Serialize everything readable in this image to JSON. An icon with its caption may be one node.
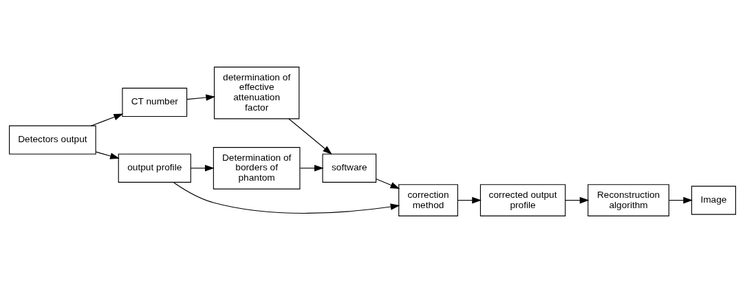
{
  "diagram": {
    "nodes": [
      {
        "text": [
          "Detectors output"
        ]
      },
      {
        "text": [
          "CT number"
        ]
      },
      {
        "text": [
          "determination of effective attenuation factor"
        ]
      },
      {
        "text": [
          "output profile"
        ]
      },
      {
        "text": [
          "Determination of borders of phantom"
        ]
      },
      {
        "text": [
          "software"
        ]
      },
      {
        "text": [
          "correction method"
        ]
      },
      {
        "text": [
          "corrected output profile"
        ]
      },
      {
        "text": [
          "Reconstruction algorithm"
        ]
      },
      {
        "text": [
          "Image"
        ]
      }
    ],
    "edges": [
      {
        "from": 0,
        "to": 1,
        "arrow": "to"
      },
      {
        "from": 0,
        "to": 3,
        "arrow": "to"
      },
      {
        "from": 1,
        "to": 2,
        "arrow": "to"
      },
      {
        "from": 2,
        "to": 5,
        "arrow": "to"
      },
      {
        "from": 3,
        "to": 4,
        "arrow": "to"
      },
      {
        "from": 4,
        "to": 5,
        "arrow": "to"
      },
      {
        "from": 3,
        "to": 6,
        "arrow": "to"
      },
      {
        "from": 5,
        "to": 6,
        "arrow": "to"
      },
      {
        "from": 6,
        "to": 7,
        "arrow": "to"
      },
      {
        "from": 7,
        "to": 8,
        "arrow": "to"
      },
      {
        "from": 8,
        "to": 9,
        "arrow": "to"
      }
    ]
  }
}
